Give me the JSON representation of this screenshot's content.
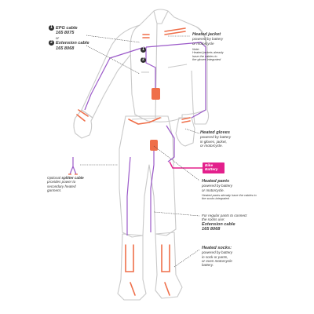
{
  "cables": {
    "epg": {
      "num": "1",
      "name": "EPG cable",
      "part": "165 8075"
    },
    "or": "or",
    "extension": {
      "num": "2",
      "name": "Extension cable",
      "part": "165 8068"
    }
  },
  "markers": {
    "one": "1",
    "two": "2"
  },
  "jacket": {
    "title": "Heated jacket",
    "desc": [
      "powered by battery",
      "or motorcycle"
    ],
    "note_title": "Note:",
    "note": [
      "Heated jackets already",
      "have the cables to",
      "the gloves integrated"
    ]
  },
  "gloves": {
    "title": "Heated gloves",
    "desc": [
      "powered by battery",
      "in gloves, jacket,",
      "or motorcycle."
    ]
  },
  "battery": {
    "line1": "Bike",
    "line2": "Battery"
  },
  "splitter": {
    "pre": "Optional ",
    "bold": "splitter cable",
    "lines": [
      "provides power to",
      "secondary heated",
      "garment."
    ]
  },
  "pants": {
    "title": "Heated pants",
    "desc": [
      "powered by battery",
      "or motorcycle."
    ],
    "note": [
      "Heated pants already have the cables to",
      "the socks integrated"
    ]
  },
  "regular": {
    "lines": [
      "For regular pants to connect",
      "the socks use:"
    ],
    "cable_name": "Extension cable",
    "cable_part": "165 8068"
  },
  "socks": {
    "title": "Heated socks:",
    "desc": [
      "powered by battery",
      "in sock or pants,",
      "or even motorcycle",
      "battery."
    ]
  },
  "colors": {
    "outline": "#c9c9c9",
    "wire": "#9b59c9",
    "heat": "#ef6f4a",
    "battery": "#e3208c",
    "leader": "#444444"
  }
}
